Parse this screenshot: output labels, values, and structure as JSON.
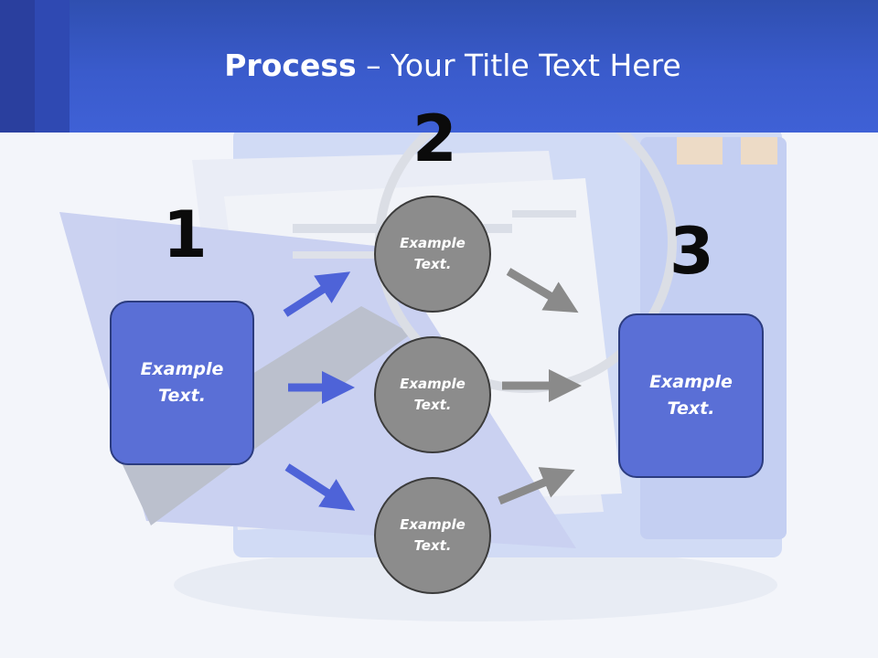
{
  "title": {
    "bold": "Process",
    "rest": " – Your Title Text Here"
  },
  "steps": [
    {
      "number": "1",
      "label_line1": "Example",
      "label_line2": "Text."
    },
    {
      "number": "2"
    },
    {
      "number": "3",
      "label_line1": "Example",
      "label_line2": "Text."
    }
  ],
  "circles": [
    {
      "label_line1": "Example",
      "label_line2": "Text."
    },
    {
      "label_line1": "Example",
      "label_line2": "Text."
    },
    {
      "label_line1": "Example",
      "label_line2": "Text."
    }
  ],
  "colors": {
    "header": "#3f61d6",
    "box_fill": "#5a6fd6",
    "circle_fill": "#8c8c8c",
    "blue_arrow": "#4e63d8",
    "gray_arrow": "#8a8a8a"
  }
}
